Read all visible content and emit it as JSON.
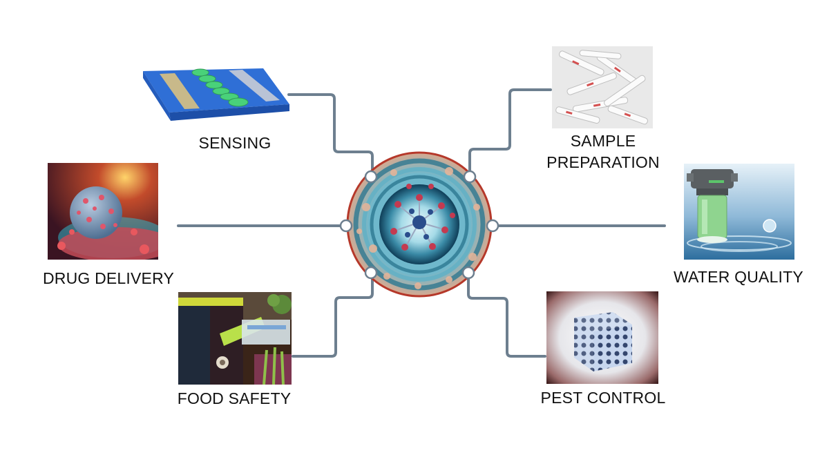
{
  "diagram": {
    "center_label": "",
    "applications": [
      {
        "key": "sensing",
        "label": "SENSING"
      },
      {
        "key": "sample",
        "label_lines": [
          "SAMPLE",
          "PREPARATION"
        ]
      },
      {
        "key": "drug",
        "label": "DRUG DELIVERY"
      },
      {
        "key": "water",
        "label": "WATER QUALITY"
      },
      {
        "key": "food",
        "label": "FOOD SAFETY"
      },
      {
        "key": "pest",
        "label": "PEST CONTROL"
      }
    ]
  },
  "colors": {
    "connector": "#6d7f8f",
    "center_border": "#b5382a",
    "center_core": "#cfeaf2",
    "node_red": "#c43a50",
    "node_blue": "#2a4d8c",
    "sensor_board": "#2f6fd6",
    "sensor_pad": "#49d17a",
    "filter_green": "#8fd48f",
    "cube_blue": "#b7c9e8"
  }
}
